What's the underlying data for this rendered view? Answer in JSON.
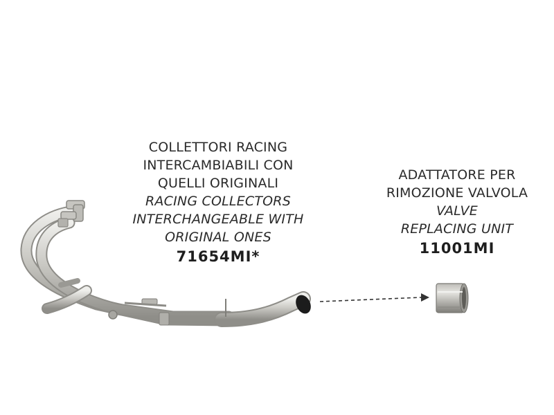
{
  "collectors": {
    "lines_it": [
      "COLLETTORI RACING",
      "INTERCAMBIABILI CON",
      "QUELLI ORIGINALI"
    ],
    "lines_en": [
      "RACING COLLECTORS",
      "INTERCHANGEABLE WITH",
      "ORIGINAL ONES"
    ],
    "code": "71654MI*"
  },
  "adapter": {
    "lines_it": [
      "ADATTATORE PER",
      "RIMOZIONE VALVOLA"
    ],
    "lines_en": [
      "VALVE",
      "REPLACING UNIT"
    ],
    "code": "11001MI"
  },
  "colors": {
    "text": "#2a2a2a",
    "metal_light": "#d9d9d6",
    "metal_mid": "#b7b6b1",
    "metal_dark": "#8e8d88",
    "arrow": "#333333"
  },
  "icons": [
    "exhaust-header-pipes-image",
    "valve-adapter-sleeve-image",
    "dashed-arrow-icon"
  ]
}
